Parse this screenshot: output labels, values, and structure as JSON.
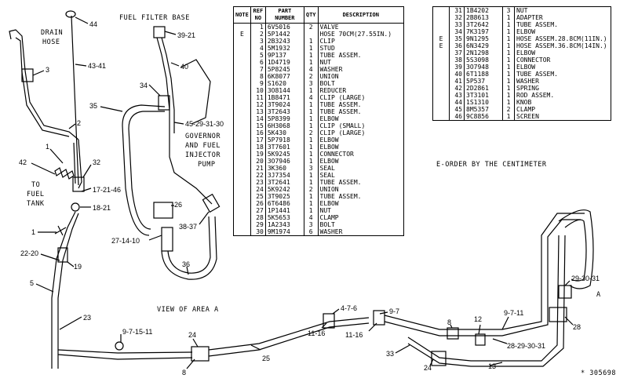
{
  "headers": {
    "note": "NOTE",
    "ref_no": "REF NO",
    "part_number": "PART NUMBER",
    "qty": "QTY",
    "description": "DESCRIPTION"
  },
  "parts_left": [
    {
      "note": "",
      "ref": "1",
      "part": "6V5016",
      "qty": "2",
      "desc": "VALVE"
    },
    {
      "note": "E",
      "ref": "2",
      "part": "5P1442",
      "qty": "",
      "desc": "HOSE   70CM(27.55IN.)"
    },
    {
      "note": "",
      "ref": "3",
      "part": "2B3243",
      "qty": "1",
      "desc": "CLIP"
    },
    {
      "note": "",
      "ref": "4",
      "part": "5M1932",
      "qty": "1",
      "desc": "STUD"
    },
    {
      "note": "",
      "ref": "5",
      "part": "9P137",
      "qty": "1",
      "desc": "TUBE    ASSEM."
    },
    {
      "note": "",
      "ref": "6",
      "part": "1D4719",
      "qty": "1",
      "desc": "NUT"
    },
    {
      "note": "",
      "ref": "7",
      "part": "5P8245",
      "qty": "4",
      "desc": "WASHER"
    },
    {
      "note": "",
      "ref": "8",
      "part": "6K8077",
      "qty": "2",
      "desc": "UNION"
    },
    {
      "note": "",
      "ref": "9",
      "part": "S1620",
      "qty": "3",
      "desc": "BOLT"
    },
    {
      "note": "",
      "ref": "10",
      "part": "3O8144",
      "qty": "1",
      "desc": "REDUCER"
    },
    {
      "note": "",
      "ref": "11",
      "part": "1B8471",
      "qty": "4",
      "desc": "CLIP   (LARGE)"
    },
    {
      "note": "",
      "ref": "12",
      "part": "3T9024",
      "qty": "1",
      "desc": "TUBE    ASSEM."
    },
    {
      "note": "",
      "ref": "13",
      "part": "3T2643",
      "qty": "1",
      "desc": "TUBE    ASSEM."
    },
    {
      "note": "",
      "ref": "14",
      "part": "5P8399",
      "qty": "1",
      "desc": "ELBOW"
    },
    {
      "note": "",
      "ref": "15",
      "part": "6H3068",
      "qty": "1",
      "desc": "CLIP   (SMALL)"
    },
    {
      "note": "",
      "ref": "16",
      "part": "5K430",
      "qty": "2",
      "desc": "CLIP   (LARGE)"
    },
    {
      "note": "",
      "ref": "17",
      "part": "5P7918",
      "qty": "1",
      "desc": "ELBOW"
    },
    {
      "note": "",
      "ref": "18",
      "part": "3T7601",
      "qty": "1",
      "desc": "ELBOW"
    },
    {
      "note": "",
      "ref": "19",
      "part": "5K9245",
      "qty": "1",
      "desc": "CONNECTOR"
    },
    {
      "note": "",
      "ref": "20",
      "part": "3O7946",
      "qty": "1",
      "desc": "ELBOW"
    },
    {
      "note": "",
      "ref": "21",
      "part": "3K360",
      "qty": "3",
      "desc": "SEAL"
    },
    {
      "note": "",
      "ref": "22",
      "part": "3J7354",
      "qty": "1",
      "desc": "SEAL"
    },
    {
      "note": "",
      "ref": "23",
      "part": "3T2641",
      "qty": "1",
      "desc": "TUBE    ASSEM."
    },
    {
      "note": "",
      "ref": "24",
      "part": "5K9242",
      "qty": "2",
      "desc": "UNION"
    },
    {
      "note": "",
      "ref": "25",
      "part": "3T9025",
      "qty": "1",
      "desc": "TUBE    ASSEM."
    },
    {
      "note": "",
      "ref": "26",
      "part": "6T6486",
      "qty": "1",
      "desc": "ELBOW"
    },
    {
      "note": "",
      "ref": "27",
      "part": "1P1441",
      "qty": "1",
      "desc": "NUT"
    },
    {
      "note": "",
      "ref": "28",
      "part": "5K5653",
      "qty": "4",
      "desc": "CLAMP"
    },
    {
      "note": "",
      "ref": "29",
      "part": "1A2343",
      "qty": "3",
      "desc": "BOLT"
    },
    {
      "note": "",
      "ref": "30",
      "part": "9M1974",
      "qty": "6",
      "desc": "WASHER"
    }
  ],
  "parts_right": [
    {
      "note": "",
      "ref": "31",
      "part": "1B4202",
      "qty": "3",
      "desc": "NUT"
    },
    {
      "note": "",
      "ref": "32",
      "part": "2B8613",
      "qty": "1",
      "desc": "ADAPTER"
    },
    {
      "note": "",
      "ref": "33",
      "part": "3T2642",
      "qty": "1",
      "desc": "TUBE    ASSEM."
    },
    {
      "note": "",
      "ref": "34",
      "part": "7K3197",
      "qty": "1",
      "desc": "ELBOW"
    },
    {
      "note": "E",
      "ref": "35",
      "part": "9N1295",
      "qty": "1",
      "desc": "HOSE   ASSEM.28.8CM(11IN.)"
    },
    {
      "note": "E",
      "ref": "36",
      "part": "6N3429",
      "qty": "1",
      "desc": "HOSE   ASSEM.36.8CM(14IN.)"
    },
    {
      "note": "",
      "ref": "37",
      "part": "2N1298",
      "qty": "1",
      "desc": "ELBOW"
    },
    {
      "note": "",
      "ref": "38",
      "part": "5S3098",
      "qty": "1",
      "desc": "CONNECTOR"
    },
    {
      "note": "",
      "ref": "39",
      "part": "3O7948",
      "qty": "1",
      "desc": "ELBOW"
    },
    {
      "note": "",
      "ref": "40",
      "part": "6T1188",
      "qty": "1",
      "desc": "TUBE    ASSEM."
    },
    {
      "note": "",
      "ref": "41",
      "part": "5P537",
      "qty": "1",
      "desc": "WASHER"
    },
    {
      "note": "",
      "ref": "42",
      "part": "2D2861",
      "qty": "1",
      "desc": "SPRING"
    },
    {
      "note": "",
      "ref": "43",
      "part": "3T3101",
      "qty": "1",
      "desc": "ROD   ASSEM."
    },
    {
      "note": "",
      "ref": "44",
      "part": "1S1310",
      "qty": "1",
      "desc": "KNOB"
    },
    {
      "note": "",
      "ref": "45",
      "part": "8M5357",
      "qty": "2",
      "desc": "CLAMP"
    },
    {
      "note": "",
      "ref": "46",
      "part": "9C8856",
      "qty": "1",
      "desc": "SCREEN"
    }
  ],
  "captions": {
    "fuel_filter_base": "FUEL FILTER BASE",
    "drain_hose_1": "DRAIN",
    "drain_hose_2": "HOSE",
    "to_fuel_tank_1": "TO",
    "to_fuel_tank_2": "FUEL",
    "to_fuel_tank_3": "TANK",
    "governor_1": "GOVERNOR",
    "governor_2": "AND FUEL",
    "governor_3": "INJECTOR",
    "governor_4": "PUMP",
    "view_of_area": "VIEW OF AREA A",
    "e_order_note": "E-ORDER  BY  THE  CENTIMETER",
    "area_a_marker": "A",
    "drawing_number": "* 305698"
  },
  "callouts": {
    "c44": "44",
    "c39_21": "39-21",
    "c40": "40",
    "c43_41": "43-41",
    "c3": "3",
    "c2": "2",
    "c35": "35",
    "c34": "34",
    "c45": "45-29-31-30",
    "c42": "42",
    "c1a": "1",
    "c32": "32",
    "c17": "17-21-46",
    "c18": "18-21",
    "c1b": "1",
    "c26": "26",
    "c27": "27-14-10",
    "c38": "38-37",
    "c22": "22-20",
    "c19": "19",
    "c5": "5",
    "c36": "36",
    "c23": "23",
    "c4_7_6": "4-7-6",
    "c9_7a": "9-7",
    "c9_7_15_11": "9-7-15-11",
    "c11_16a": "11-16",
    "c11_16b": "11-16",
    "c24a": "24",
    "c24b": "24",
    "c8a": "8",
    "c8b": "8",
    "c25": "25",
    "c33": "33",
    "c12": "12",
    "c9_7_11": "9-7-11",
    "c29_30_31a": "29-30-31",
    "c28a": "28",
    "c28_29": "28-29-30-31",
    "c13": "13"
  }
}
